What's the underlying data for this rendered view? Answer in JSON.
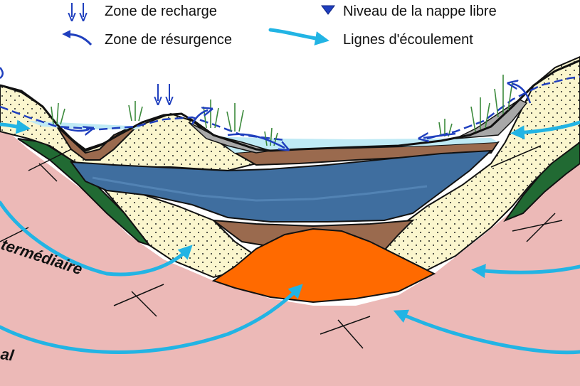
{
  "legend": {
    "recharge": {
      "label": "Zone de recharge",
      "icon": "double-down-arrow-icon"
    },
    "water_table": {
      "label": "Niveau de la nappe libre",
      "icon": "triangle-down-icon"
    },
    "resurgence": {
      "label": "Zone de résurgence",
      "icon": "curved-arrow-icon"
    },
    "flow_lines": {
      "label": "Lignes d'écoulement",
      "icon": "cyan-arrow-icon"
    }
  },
  "zone_labels": {
    "intermediate": "termédiaire",
    "regional": "al"
  },
  "colors": {
    "bedrock": "#ECB9B7",
    "sand": "#FBF6CE",
    "aquifer": "#3F6E9F",
    "clay": "#9A6A4E",
    "orange_layer": "#FF6A00",
    "forest": "#216A33",
    "water": "#BFEAF5",
    "gravel": "#A8A8A8",
    "flow_arrow": "#22B4E4",
    "water_table_line": "#1F3FBE"
  }
}
